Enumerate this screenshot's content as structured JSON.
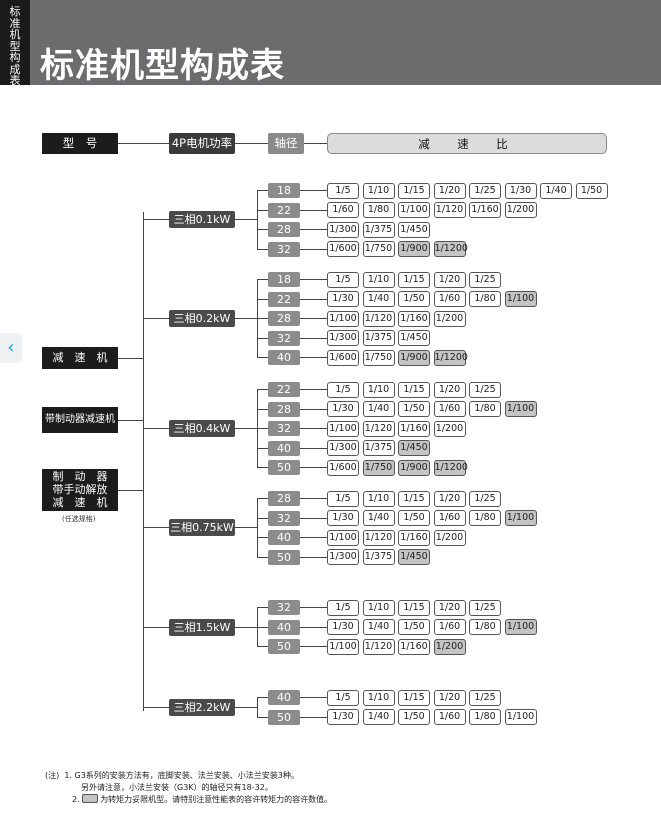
{
  "page": {
    "side_tab": "标准机型构成表",
    "title": "标准机型构成表",
    "back_icon": "‹"
  },
  "headers": {
    "type": "型　号",
    "power": "4P电机功率",
    "shaft": "轴径",
    "ratio": "减　速　比"
  },
  "left_options": [
    {
      "label": "减　速　机"
    },
    {
      "label": "带制动器减速机"
    },
    {
      "label": "制　动　器\n带手动解放\n减　速　机"
    }
  ],
  "optional_note": "(任选规格)",
  "groups": [
    {
      "power": "三相0.1kW",
      "rows": [
        {
          "shaft": "18",
          "ratios": [
            {
              "v": "1/5"
            },
            {
              "v": "1/10"
            },
            {
              "v": "1/15"
            },
            {
              "v": "1/20"
            },
            {
              "v": "1/25"
            },
            {
              "v": "1/30"
            },
            {
              "v": "1/40"
            },
            {
              "v": "1/50"
            }
          ]
        },
        {
          "shaft": "22",
          "ratios": [
            {
              "v": "1/60"
            },
            {
              "v": "1/80"
            },
            {
              "v": "1/100"
            },
            {
              "v": "1/120"
            },
            {
              "v": "1/160"
            },
            {
              "v": "1/200"
            }
          ]
        },
        {
          "shaft": "28",
          "ratios": [
            {
              "v": "1/300"
            },
            {
              "v": "1/375"
            },
            {
              "v": "1/450"
            }
          ]
        },
        {
          "shaft": "32",
          "ratios": [
            {
              "v": "1/600"
            },
            {
              "v": "1/750"
            },
            {
              "v": "1/900",
              "hl": true
            },
            {
              "v": "1/1200",
              "hl": true
            }
          ]
        }
      ]
    },
    {
      "power": "三相0.2kW",
      "rows": [
        {
          "shaft": "18",
          "ratios": [
            {
              "v": "1/5"
            },
            {
              "v": "1/10"
            },
            {
              "v": "1/15"
            },
            {
              "v": "1/20"
            },
            {
              "v": "1/25"
            }
          ]
        },
        {
          "shaft": "22",
          "ratios": [
            {
              "v": "1/30"
            },
            {
              "v": "1/40"
            },
            {
              "v": "1/50"
            },
            {
              "v": "1/60"
            },
            {
              "v": "1/80"
            },
            {
              "v": "1/100",
              "hl": true
            }
          ]
        },
        {
          "shaft": "28",
          "ratios": [
            {
              "v": "1/100"
            },
            {
              "v": "1/120"
            },
            {
              "v": "1/160"
            },
            {
              "v": "1/200"
            }
          ]
        },
        {
          "shaft": "32",
          "ratios": [
            {
              "v": "1/300"
            },
            {
              "v": "1/375"
            },
            {
              "v": "1/450"
            }
          ]
        },
        {
          "shaft": "40",
          "ratios": [
            {
              "v": "1/600"
            },
            {
              "v": "1/750"
            },
            {
              "v": "1/900",
              "hl": true
            },
            {
              "v": "1/1200",
              "hl": true
            }
          ]
        }
      ]
    },
    {
      "power": "三相0.4kW",
      "rows": [
        {
          "shaft": "22",
          "ratios": [
            {
              "v": "1/5"
            },
            {
              "v": "1/10"
            },
            {
              "v": "1/15"
            },
            {
              "v": "1/20"
            },
            {
              "v": "1/25"
            }
          ]
        },
        {
          "shaft": "28",
          "ratios": [
            {
              "v": "1/30"
            },
            {
              "v": "1/40"
            },
            {
              "v": "1/50"
            },
            {
              "v": "1/60"
            },
            {
              "v": "1/80"
            },
            {
              "v": "1/100",
              "hl": true
            }
          ]
        },
        {
          "shaft": "32",
          "ratios": [
            {
              "v": "1/100"
            },
            {
              "v": "1/120"
            },
            {
              "v": "1/160"
            },
            {
              "v": "1/200"
            }
          ]
        },
        {
          "shaft": "40",
          "ratios": [
            {
              "v": "1/300"
            },
            {
              "v": "1/375"
            },
            {
              "v": "1/450",
              "hl": true
            }
          ]
        },
        {
          "shaft": "50",
          "ratios": [
            {
              "v": "1/600"
            },
            {
              "v": "1/750",
              "hl": true
            },
            {
              "v": "1/900",
              "hl": true
            },
            {
              "v": "1/1200",
              "hl": true
            }
          ]
        }
      ]
    },
    {
      "power": "三相0.75kW",
      "rows": [
        {
          "shaft": "28",
          "ratios": [
            {
              "v": "1/5"
            },
            {
              "v": "1/10"
            },
            {
              "v": "1/15"
            },
            {
              "v": "1/20"
            },
            {
              "v": "1/25"
            }
          ]
        },
        {
          "shaft": "32",
          "ratios": [
            {
              "v": "1/30"
            },
            {
              "v": "1/40"
            },
            {
              "v": "1/50"
            },
            {
              "v": "1/60"
            },
            {
              "v": "1/80"
            },
            {
              "v": "1/100",
              "hl": true
            }
          ]
        },
        {
          "shaft": "40",
          "ratios": [
            {
              "v": "1/100"
            },
            {
              "v": "1/120"
            },
            {
              "v": "1/160"
            },
            {
              "v": "1/200"
            }
          ]
        },
        {
          "shaft": "50",
          "ratios": [
            {
              "v": "1/300"
            },
            {
              "v": "1/375"
            },
            {
              "v": "1/450",
              "hl": true
            }
          ]
        }
      ]
    },
    {
      "power": "三相1.5kW",
      "rows": [
        {
          "shaft": "32",
          "ratios": [
            {
              "v": "1/5"
            },
            {
              "v": "1/10"
            },
            {
              "v": "1/15"
            },
            {
              "v": "1/20"
            },
            {
              "v": "1/25"
            }
          ]
        },
        {
          "shaft": "40",
          "ratios": [
            {
              "v": "1/30"
            },
            {
              "v": "1/40"
            },
            {
              "v": "1/50"
            },
            {
              "v": "1/60"
            },
            {
              "v": "1/80"
            },
            {
              "v": "1/100",
              "hl": true
            }
          ]
        },
        {
          "shaft": "50",
          "ratios": [
            {
              "v": "1/100"
            },
            {
              "v": "1/120"
            },
            {
              "v": "1/160"
            },
            {
              "v": "1/200",
              "hl": true
            }
          ]
        }
      ]
    },
    {
      "power": "三相2.2kW",
      "rows": [
        {
          "shaft": "40",
          "ratios": [
            {
              "v": "1/5"
            },
            {
              "v": "1/10"
            },
            {
              "v": "1/15"
            },
            {
              "v": "1/20"
            },
            {
              "v": "1/25"
            }
          ]
        },
        {
          "shaft": "50",
          "ratios": [
            {
              "v": "1/30"
            },
            {
              "v": "1/40"
            },
            {
              "v": "1/50"
            },
            {
              "v": "1/60"
            },
            {
              "v": "1/80"
            },
            {
              "v": "1/100"
            }
          ]
        }
      ]
    }
  ],
  "footnotes": {
    "prefix": "(注)",
    "line1": "1. G3系列的安装方法有，底脚安装、法兰安装、小法兰安装3种。",
    "line2": "另外请注意，小法兰安装（G3K）的轴径只有18-32。",
    "line3_num": "2.",
    "line3": "为转矩力妥限机型。请特别注意性能表的容许转矩力的容许数值。"
  },
  "colors": {
    "header_band": "#6c6c6e",
    "dark_box": "#1c1c1c",
    "shaft_box": "#8c8c8c",
    "highlight": "#c4c4c4",
    "accent_arrow": "#1f9ad9"
  }
}
